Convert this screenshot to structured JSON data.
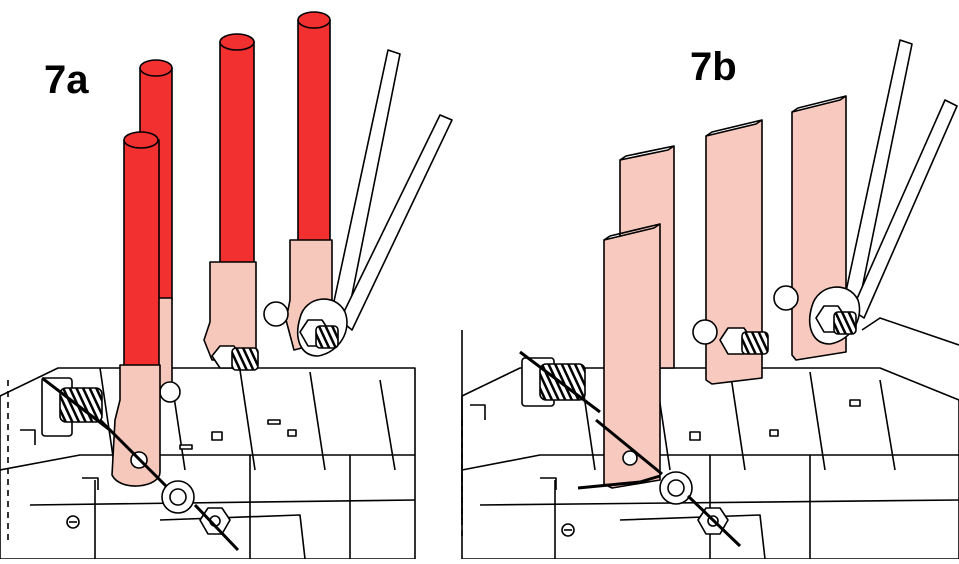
{
  "panels": {
    "a": {
      "label": "7a"
    },
    "b": {
      "label": "7b"
    }
  },
  "colors": {
    "cable_red": "#f23030",
    "lug_copper": "#f6c8bc",
    "busbar_copper": "#f8cabf",
    "outline": "#000000",
    "background": "#ffffff"
  },
  "icons": {
    "cable": "round-cable-with-lug",
    "busbar": "flat-copper-busbar",
    "wrench": "open-end-wrench",
    "bolt": "hex-bolt-with-thread",
    "washer": "flat-washer"
  }
}
